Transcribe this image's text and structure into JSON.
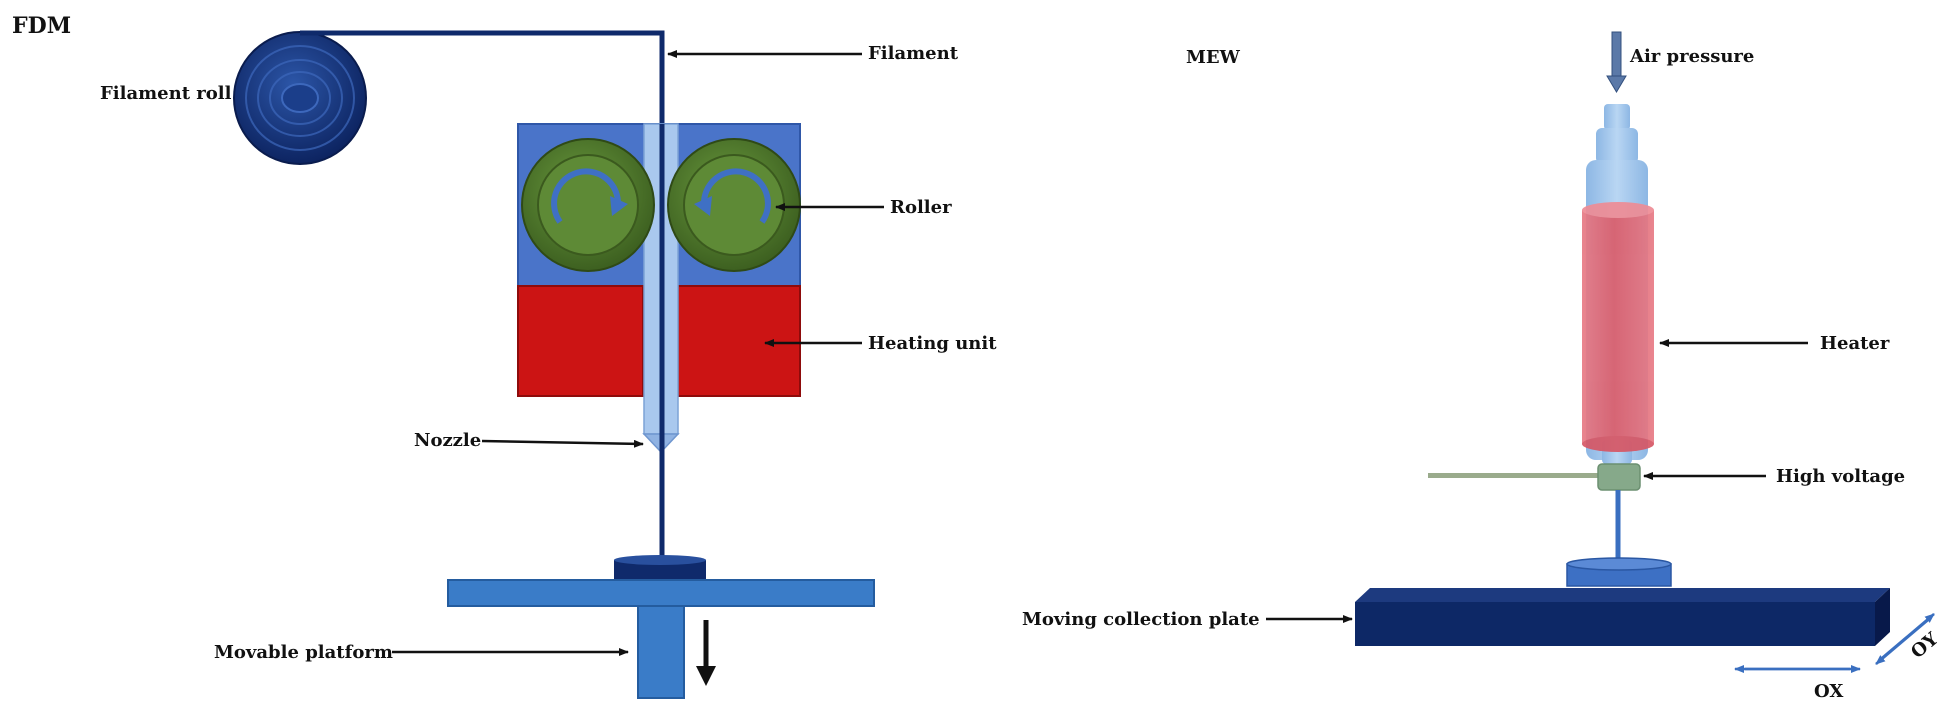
{
  "fdm": {
    "title": "FDM",
    "labels": {
      "filament_roll": "Filament roll",
      "filament": "Filament",
      "roller": "Roller",
      "heating_unit": "Heating unit",
      "nozzle": "Nozzle",
      "movable_platform": "Movable platform"
    }
  },
  "mew": {
    "title": "MEW",
    "labels": {
      "air_pressure": "Air pressure",
      "heater": "Heater",
      "high_voltage": "High voltage",
      "moving_collection_plate": "Moving collection plate",
      "ox": "OX",
      "oy": "OY"
    }
  },
  "colors": {
    "filament": "#0f2a6b",
    "housing": "#4a74c9",
    "roller": "#4f7a2b",
    "heating": "#cc1414",
    "platform": "#3a7cc8",
    "syringe": "#9fc4ea",
    "heater_sleeve": "#e0606e",
    "plate": "#0d2866"
  }
}
